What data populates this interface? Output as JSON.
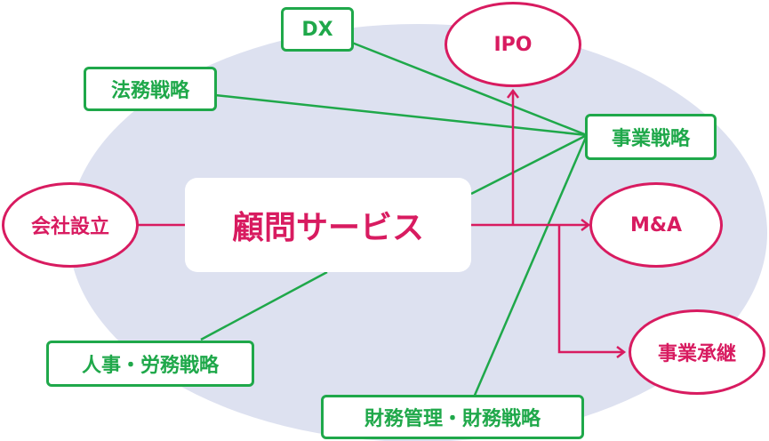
{
  "diagram": {
    "center": "顧問サービス",
    "green_nodes": {
      "dx": "DX",
      "legal": "法務戦略",
      "business": "事業戦略",
      "hr": "人事・労務戦略",
      "finance": "財務管理・財務戦略"
    },
    "pink_nodes": {
      "ipo": "IPO",
      "ma": "M&A",
      "succession": "事業承継",
      "founding": "会社設立"
    },
    "colors": {
      "green": "#1fa84a",
      "pink": "#d81b60",
      "background_ellipse": "#dde1f0"
    }
  }
}
